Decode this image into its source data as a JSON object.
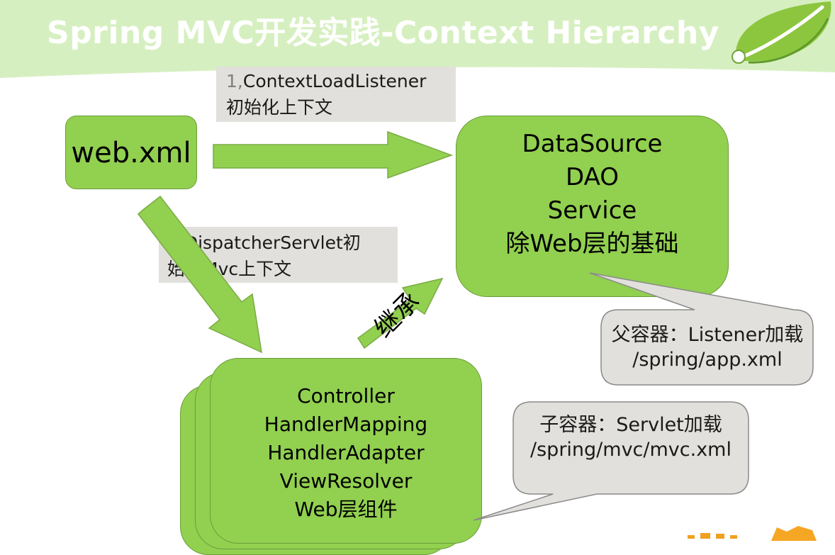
{
  "slide": {
    "title": "Spring MVC开发实践-Context Hierarchy",
    "colors": {
      "header_band": "#d6efc0",
      "box_fill": "#92d050",
      "arrow_fill": "#92d050",
      "label_fill": "#e2e0dc",
      "callout_fill": "#e2e0dc"
    }
  },
  "boxes": {
    "webxml": "web.xml",
    "parent_context": [
      "DataSource",
      "DAO",
      "Service",
      "除Web层的基础"
    ],
    "mvc_context": [
      "Controller",
      "HandlerMapping",
      "HandlerAdapter",
      "ViewResolver",
      "Web层组件"
    ]
  },
  "steps": {
    "step1": {
      "num": "1,",
      "line1": "ContextLoadListener",
      "line2": "初始化上下文"
    },
    "step2": {
      "num": "2,",
      "line1": "DispatcherServlet初",
      "line2": "始化Mvc上下文"
    }
  },
  "inherit_label": "继承",
  "callouts": {
    "parent": {
      "line1": "父容器：Listener加载",
      "line2": "/spring/app.xml"
    },
    "child": {
      "line1": "子容器：Servlet加载",
      "line2": "/spring/mvc/mvc.xml"
    }
  }
}
